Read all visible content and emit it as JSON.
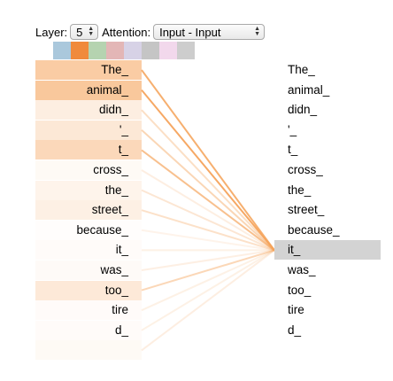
{
  "controls": {
    "layer_label": "Layer:",
    "layer_value": "5",
    "attention_label": "Attention:",
    "attention_value": "Input - Input"
  },
  "head_colors": [
    "#aac8dc",
    "#f08a3c",
    "#b5d3b0",
    "#e3b6b6",
    "#d7d2e6",
    "#c5c5c5",
    "#f2d8ec",
    "#cdcdcd"
  ],
  "accent_color": "#f5a35a",
  "selected_color": "#d3d3d3",
  "left_tokens": [
    {
      "text": "The_",
      "weight": 0.55
    },
    {
      "text": "animal_",
      "weight": 0.6
    },
    {
      "text": "didn_",
      "weight": 0.18
    },
    {
      "text": "'_",
      "weight": 0.25
    },
    {
      "text": "t_",
      "weight": 0.42
    },
    {
      "text": "cross_",
      "weight": 0.06
    },
    {
      "text": "the_",
      "weight": 0.12
    },
    {
      "text": "street_",
      "weight": 0.16
    },
    {
      "text": "because_",
      "weight": 0.02
    },
    {
      "text": "it_",
      "weight": 0.04
    },
    {
      "text": "was_",
      "weight": 0.05
    },
    {
      "text": "too_",
      "weight": 0.24
    },
    {
      "text": "tire",
      "weight": 0.04
    },
    {
      "text": "d_",
      "weight": 0.04
    },
    {
      "text": "",
      "weight": 0.06
    }
  ],
  "right_tokens": [
    "The_",
    "animal_",
    "didn_",
    "'_",
    "t_",
    "cross_",
    "the_",
    "street_",
    "because_",
    "it_",
    "was_",
    "too_",
    "tire",
    "d_"
  ],
  "selected_index": 9
}
